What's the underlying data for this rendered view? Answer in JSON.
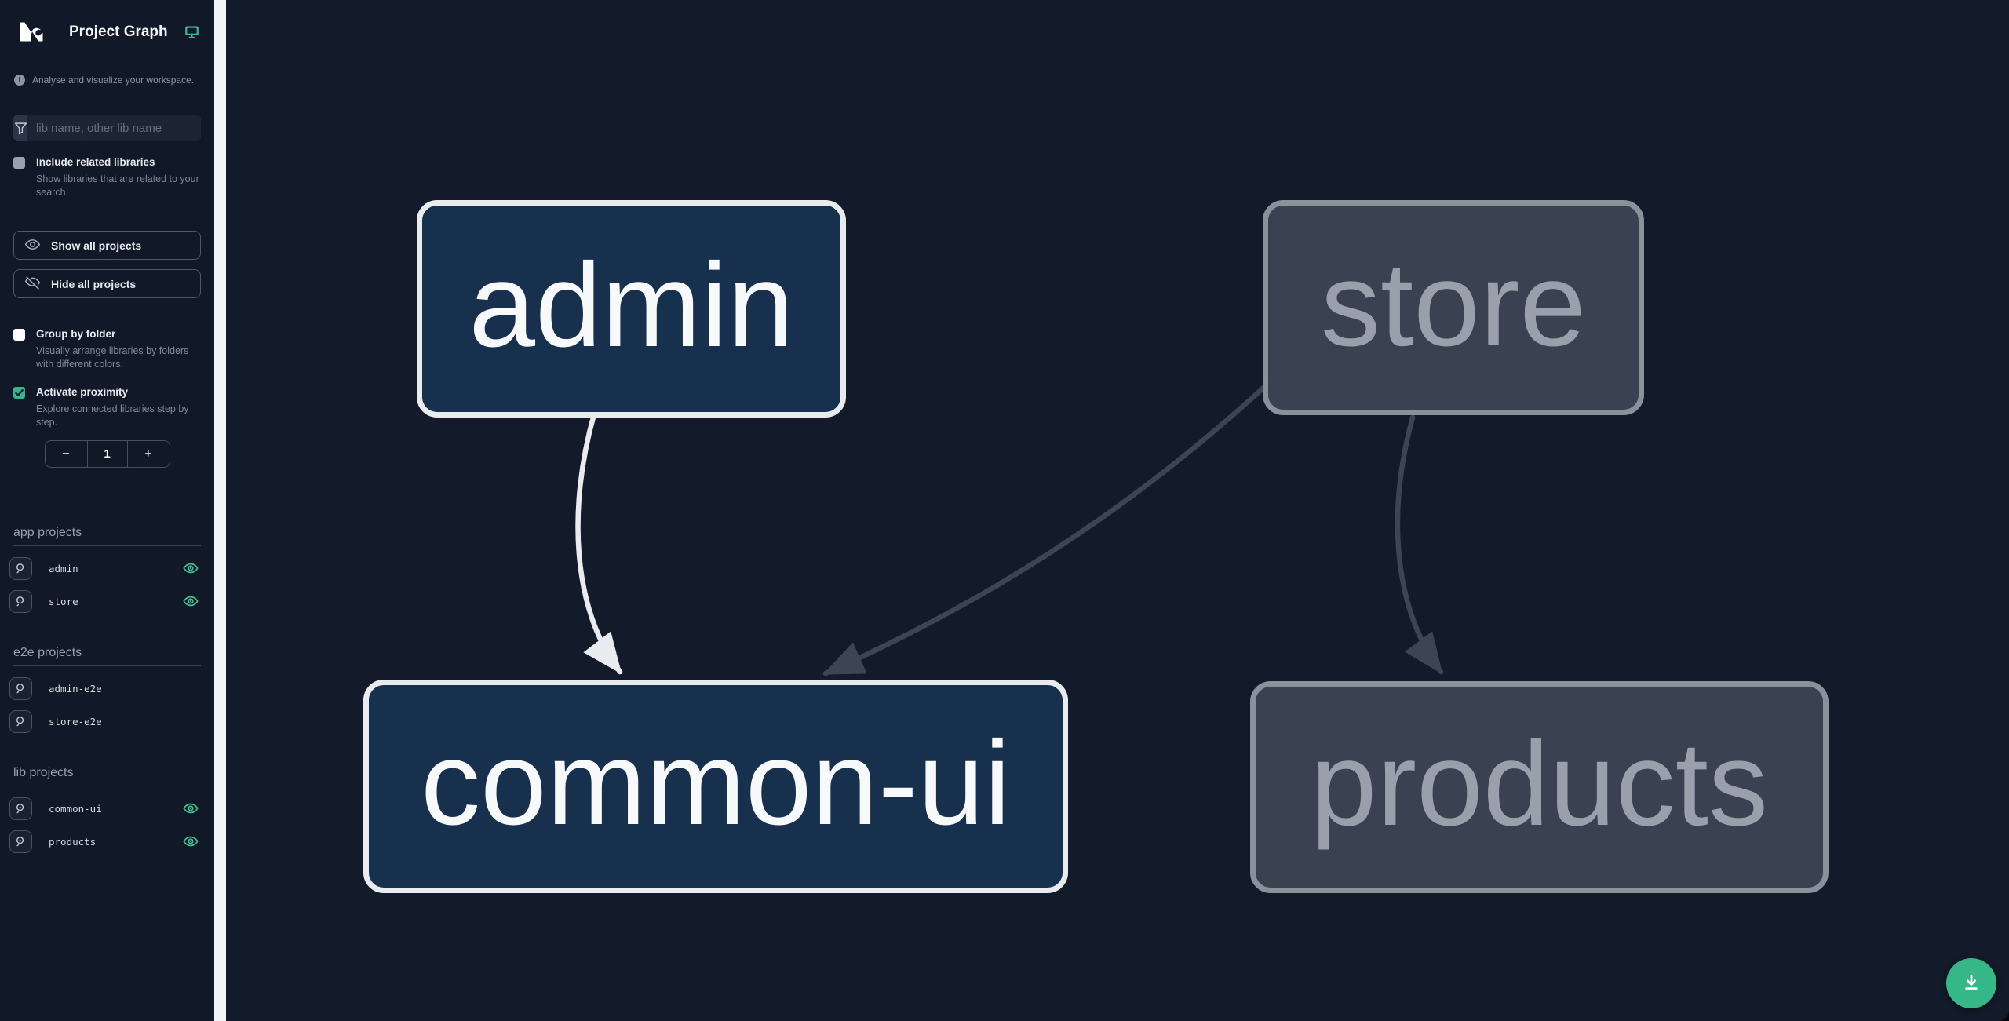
{
  "header": {
    "app_name": "Project Graph",
    "logo_text": "N"
  },
  "sidebar": {
    "tagline": "Analyse and visualize your workspace.",
    "filter_placeholder": "lib name, other lib name",
    "include_related": {
      "label": "Include related libraries",
      "description": "Show libraries that are related to your search.",
      "checked": false
    },
    "show_all_label": "Show all projects",
    "hide_all_label": "Hide all projects",
    "group_by_folder": {
      "label": "Group by folder",
      "description": "Visually arrange libraries by folders with different colors.",
      "checked": false
    },
    "activate_proximity": {
      "label": "Activate proximity",
      "description": "Explore connected libraries step by step.",
      "checked": true
    },
    "proximity_stepper": {
      "decrement": "−",
      "value": "1",
      "increment": "+"
    },
    "sections": [
      {
        "title": "app projects",
        "items": [
          {
            "name": "admin",
            "shown_in_graph": true
          },
          {
            "name": "store",
            "shown_in_graph": true
          }
        ]
      },
      {
        "title": "e2e projects",
        "items": [
          {
            "name": "admin-e2e",
            "shown_in_graph": false
          },
          {
            "name": "store-e2e",
            "shown_in_graph": false
          }
        ]
      },
      {
        "title": "lib projects",
        "items": [
          {
            "name": "common-ui",
            "shown_in_graph": true
          },
          {
            "name": "products",
            "shown_in_graph": true
          }
        ]
      }
    ]
  },
  "graph": {
    "nodes": [
      {
        "label": "admin",
        "type": "app",
        "highlighted": true
      },
      {
        "label": "store",
        "type": "app",
        "highlighted": false
      },
      {
        "label": "common-ui",
        "type": "lib",
        "highlighted": true
      },
      {
        "label": "products",
        "type": "lib",
        "highlighted": false
      }
    ],
    "edges": [
      {
        "source": "admin",
        "target": "common-ui",
        "highlighted": true
      },
      {
        "source": "store",
        "target": "common-ui",
        "highlighted": false
      },
      {
        "source": "store",
        "target": "products",
        "highlighted": false
      }
    ]
  },
  "colors": {
    "accent_teal": "#35b789",
    "sidebar_bg": "#111827",
    "canvas_bg": "#131a29",
    "node_highlight_fill": "#16304e",
    "node_highlight_border": "#e9ebee",
    "node_muted_fill": "#3a4150",
    "node_muted_border": "#8b919b",
    "edge_highlight": "#e9ebee",
    "edge_muted": "#3d4452",
    "eye_green": "#3ec690"
  }
}
